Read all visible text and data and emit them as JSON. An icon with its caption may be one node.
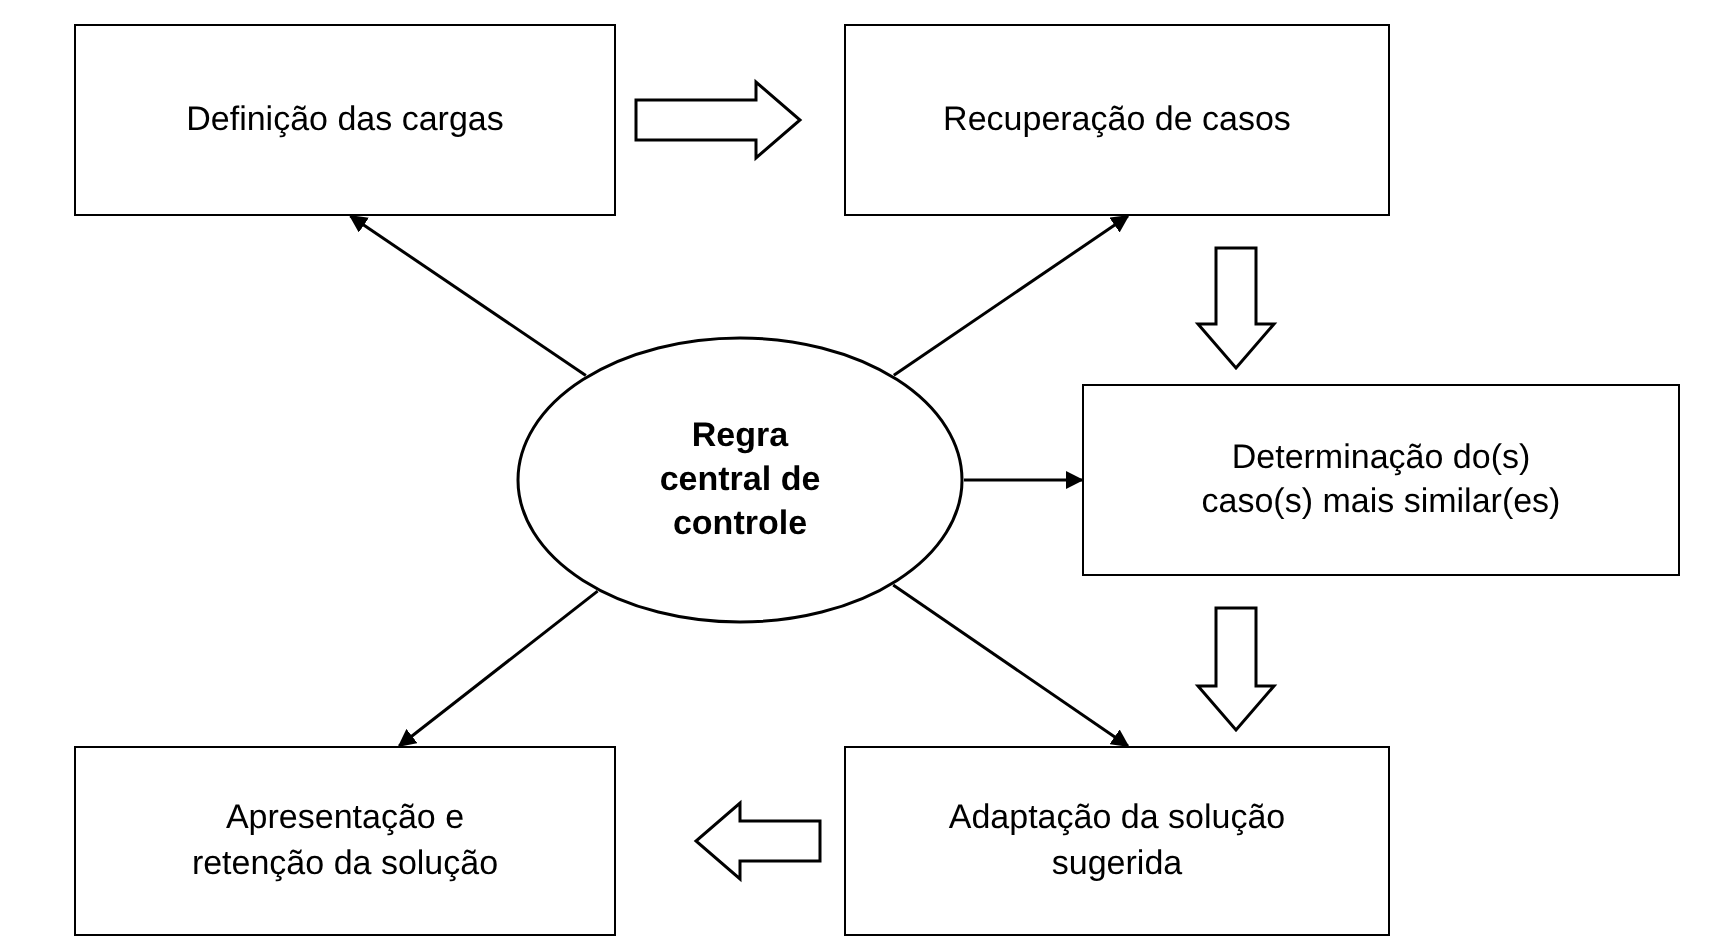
{
  "diagram": {
    "nodes": [
      {
        "text": [
          "Definição das cargas"
        ]
      },
      {
        "text": [
          "Recuperação de casos"
        ]
      },
      {
        "text": [
          "Determinação do(s) caso(s) mais similar(es)"
        ]
      },
      {
        "text": [
          "Adaptação da solução sugerida"
        ]
      },
      {
        "text": [
          "Apresentação e retenção da solução"
        ]
      },
      {
        "text": [
          "Regra central de controle"
        ]
      }
    ],
    "edges": [
      {
        "from": 5,
        "to": 0,
        "arrow": "to"
      },
      {
        "from": 5,
        "to": 1,
        "arrow": "to"
      },
      {
        "from": 5,
        "to": 2,
        "arrow": "to"
      },
      {
        "from": 5,
        "to": 3,
        "arrow": "to"
      },
      {
        "from": 5,
        "to": 4,
        "arrow": "to"
      },
      {
        "from": 0,
        "to": 1,
        "arrow": "to",
        "style": "thick"
      },
      {
        "from": 1,
        "to": 2,
        "arrow": "to",
        "style": "thick"
      },
      {
        "from": 2,
        "to": 3,
        "arrow": "to",
        "style": "thick"
      },
      {
        "from": 3,
        "to": 4,
        "arrow": "to",
        "style": "thick"
      }
    ]
  }
}
